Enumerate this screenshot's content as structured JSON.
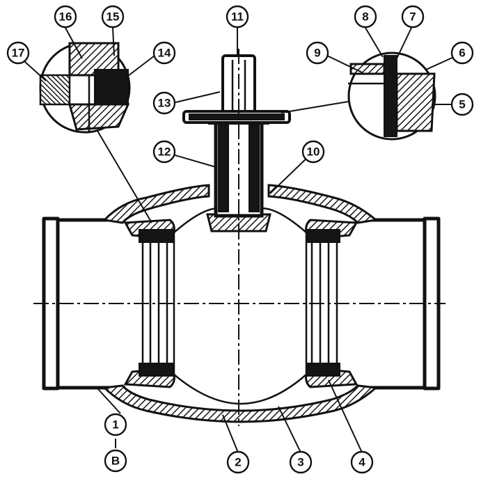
{
  "callouts": [
    {
      "id": "c16",
      "label": "16"
    },
    {
      "id": "c15",
      "label": "15"
    },
    {
      "id": "c17",
      "label": "17"
    },
    {
      "id": "c14",
      "label": "14"
    },
    {
      "id": "c11",
      "label": "11"
    },
    {
      "id": "c13",
      "label": "13"
    },
    {
      "id": "c12",
      "label": "12"
    },
    {
      "id": "c10",
      "label": "10"
    },
    {
      "id": "c8",
      "label": "8"
    },
    {
      "id": "c7",
      "label": "7"
    },
    {
      "id": "c9",
      "label": "9"
    },
    {
      "id": "c6",
      "label": "6"
    },
    {
      "id": "c5",
      "label": "5"
    },
    {
      "id": "c1",
      "label": "1"
    },
    {
      "id": "cB",
      "label": "B"
    },
    {
      "id": "c2",
      "label": "2"
    },
    {
      "id": "c3",
      "label": "3"
    },
    {
      "id": "c4",
      "label": "4"
    }
  ]
}
